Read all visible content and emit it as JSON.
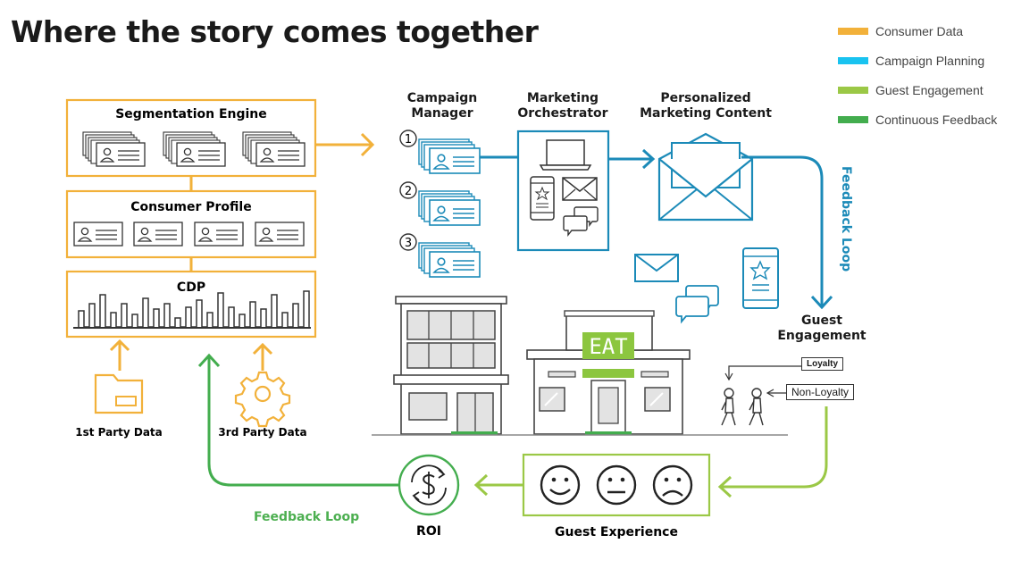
{
  "title": "Where the story comes together",
  "legend": [
    {
      "label": "Consumer Data",
      "color": "#f2b13a"
    },
    {
      "label": "Campaign Planning",
      "color": "#19c3f0"
    },
    {
      "label": "Guest Engagement",
      "color": "#9bc846"
    },
    {
      "label": "Continuous Feedback",
      "color": "#43ad4e"
    }
  ],
  "colors": {
    "consumer": "#f2b13a",
    "campaign": "#1b8ab8",
    "engagement": "#9bc846",
    "feedback": "#43ad4e"
  },
  "left_stack": {
    "segmentation": "Segmentation Engine",
    "profile": "Consumer Profile",
    "cdp": "CDP",
    "first_party": "1st Party Data",
    "third_party": "3rd Party Data"
  },
  "campaign": {
    "manager": "Campaign Manager",
    "orchestrator": "Marketing Orchestrator",
    "content": "Personalized Marketing Content",
    "numbers": [
      "1",
      "2",
      "3"
    ]
  },
  "engagement": {
    "feedback_loop_vertical": "Feedback Loop",
    "guest_engagement": "Guest Engagement",
    "loyalty": "Loyalty",
    "non_loyalty": "Non-Loyalty",
    "eat_sign": "EAT"
  },
  "bottom": {
    "guest_experience": "Guest Experience",
    "roi": "ROI",
    "feedback_loop": "Feedback Loop"
  }
}
